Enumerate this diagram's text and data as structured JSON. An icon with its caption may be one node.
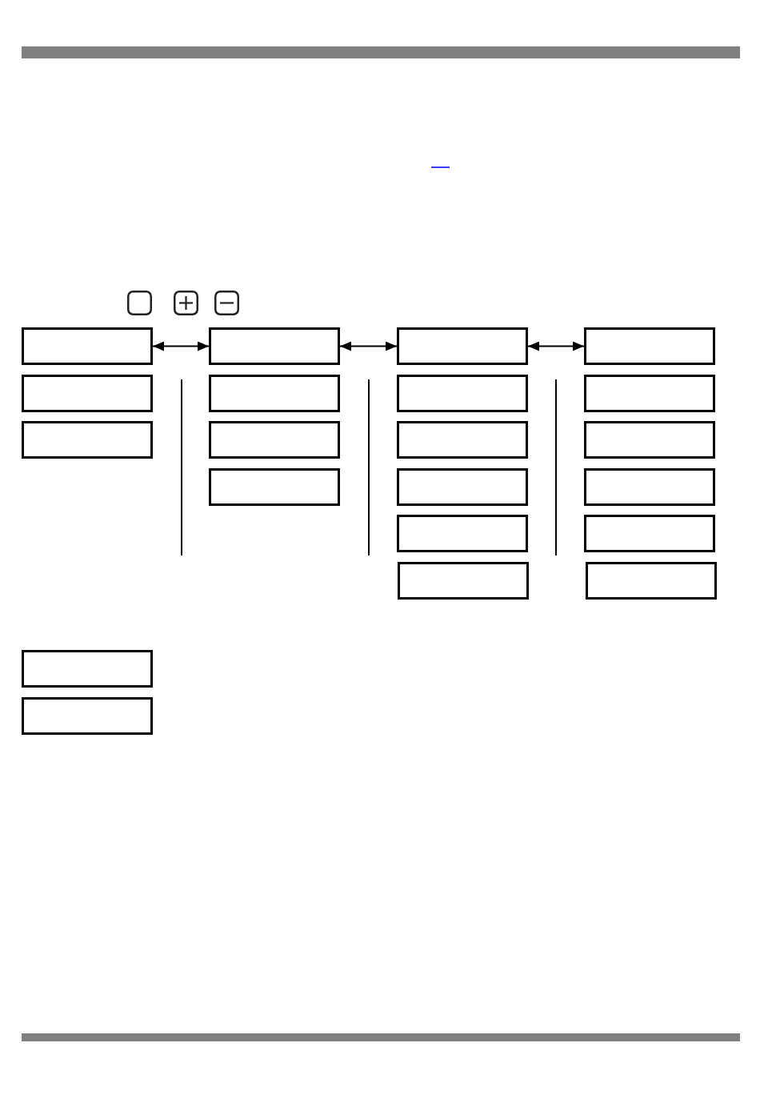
{
  "diagram": {
    "nodes": [
      {
        "text": [],
        "shape": "box"
      },
      {
        "text": [],
        "shape": "box"
      },
      {
        "text": [],
        "shape": "box"
      },
      {
        "text": [],
        "shape": "box"
      },
      {
        "text": [],
        "shape": "box"
      },
      {
        "text": [],
        "shape": "box"
      },
      {
        "text": [],
        "shape": "box"
      },
      {
        "text": [],
        "shape": "box"
      },
      {
        "text": [],
        "shape": "box"
      },
      {
        "text": [],
        "shape": "box"
      },
      {
        "text": [],
        "shape": "box"
      },
      {
        "text": [],
        "shape": "box"
      },
      {
        "text": [],
        "shape": "box"
      },
      {
        "text": [],
        "shape": "box"
      },
      {
        "text": [],
        "shape": "box"
      },
      {
        "text": [],
        "shape": "box"
      },
      {
        "text": [],
        "shape": "box"
      },
      {
        "text": [],
        "shape": "box"
      },
      {
        "text": [],
        "shape": "box"
      },
      {
        "text": [],
        "shape": "box"
      },
      {
        "text": [],
        "shape": "box"
      }
    ],
    "edges": [
      {
        "from": 0,
        "to": 1,
        "arrow": "both"
      },
      {
        "from": 1,
        "to": 2,
        "arrow": "both"
      },
      {
        "from": 2,
        "to": 3,
        "arrow": "both"
      }
    ]
  }
}
